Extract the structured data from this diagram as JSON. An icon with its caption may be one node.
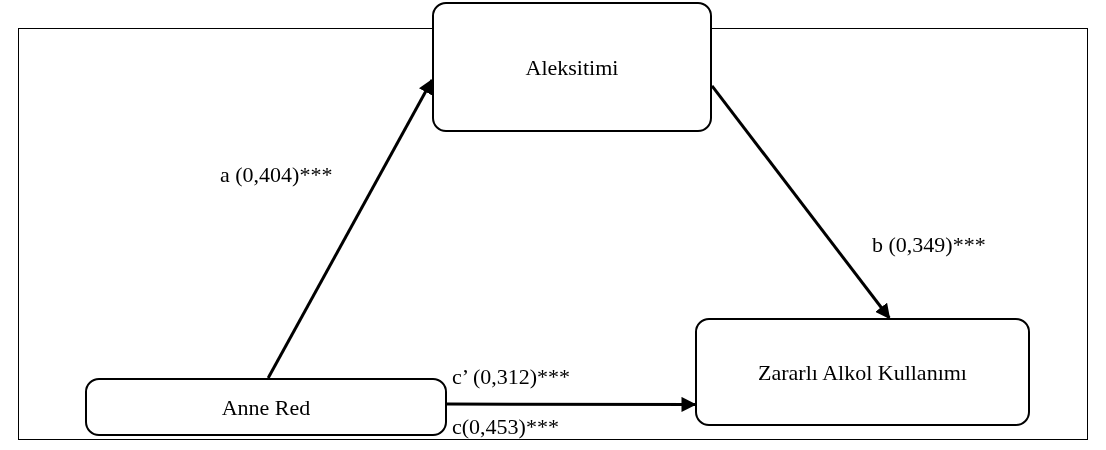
{
  "diagram": {
    "nodes": [
      {
        "text": [
          "Aleksitimi"
        ]
      },
      {
        "text": [
          "Anne Red"
        ]
      },
      {
        "text": [
          "Zararlı Alkol Kullanımı"
        ]
      }
    ],
    "edges": [
      {
        "from": 1,
        "to": 0,
        "arrow": "to",
        "label": "a (0,404)***"
      },
      {
        "from": 0,
        "to": 2,
        "arrow": "to",
        "label": "b (0,349)***"
      },
      {
        "from": 1,
        "to": 2,
        "arrow": "to",
        "label": "c’ (0,312)***"
      }
    ],
    "labels": [
      "c(0,453)***"
    ]
  }
}
